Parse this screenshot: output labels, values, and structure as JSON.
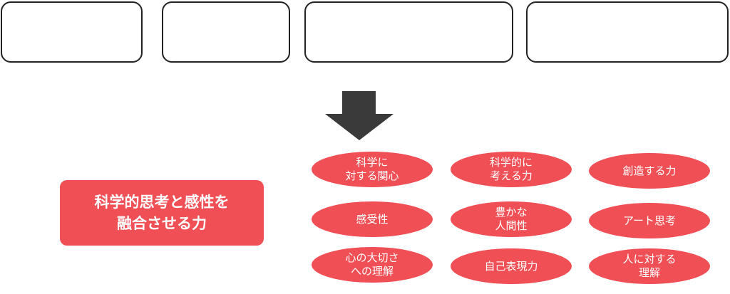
{
  "colors": {
    "accent": "#f04f55",
    "arrow": "#3a3a3a",
    "box_border": "#222222"
  },
  "top_boxes": [
    {
      "label": ""
    },
    {
      "label": ""
    },
    {
      "label": ""
    },
    {
      "label": ""
    }
  ],
  "arrow_icon": "down-arrow-icon",
  "main_label": {
    "line1": "科学的思考と感性を",
    "line2": "融合させる力"
  },
  "ovals": [
    {
      "line1": "科学に",
      "line2": "対する関心"
    },
    {
      "line1": "科学的に",
      "line2": "考える力"
    },
    {
      "line1": "創造する力",
      "line2": ""
    },
    {
      "line1": "感受性",
      "line2": ""
    },
    {
      "line1": "豊かな",
      "line2": "人間性"
    },
    {
      "line1": "アート思考",
      "line2": ""
    },
    {
      "line1": "心の大切さ",
      "line2": "への理解"
    },
    {
      "line1": "自己表現力",
      "line2": ""
    },
    {
      "line1": "人に対する",
      "line2": "理解"
    }
  ]
}
